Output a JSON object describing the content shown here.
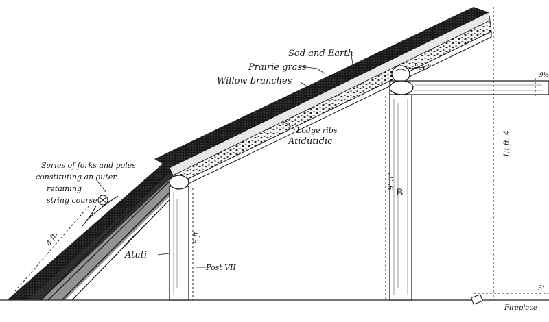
{
  "labels": {
    "sod_and_earth": "Sod and Earth",
    "prairie_grass": "Prairie grass",
    "willow_branches": "Willow branches",
    "lodge_ribs": "Lodge ribs",
    "atidutidic": "Atidutidic",
    "cc": "\"cc\"",
    "forks_line1": "Series of forks and poles",
    "forks_line2": "constituting an outer",
    "forks_line3": "retaining",
    "forks_line4": "string course",
    "atuti": "Atuti",
    "post_vii": "Post VII",
    "b": "B",
    "fireplace": "Fireplace"
  },
  "dimensions": {
    "height_13ft4": "13 ft. 4",
    "post_b_9ft3": "9' 3\"",
    "post_vii_5ft": "5 ft.",
    "rafter_4ft": "4 ft.",
    "fireplace_5": "5'",
    "beam_9in": "9½"
  }
}
